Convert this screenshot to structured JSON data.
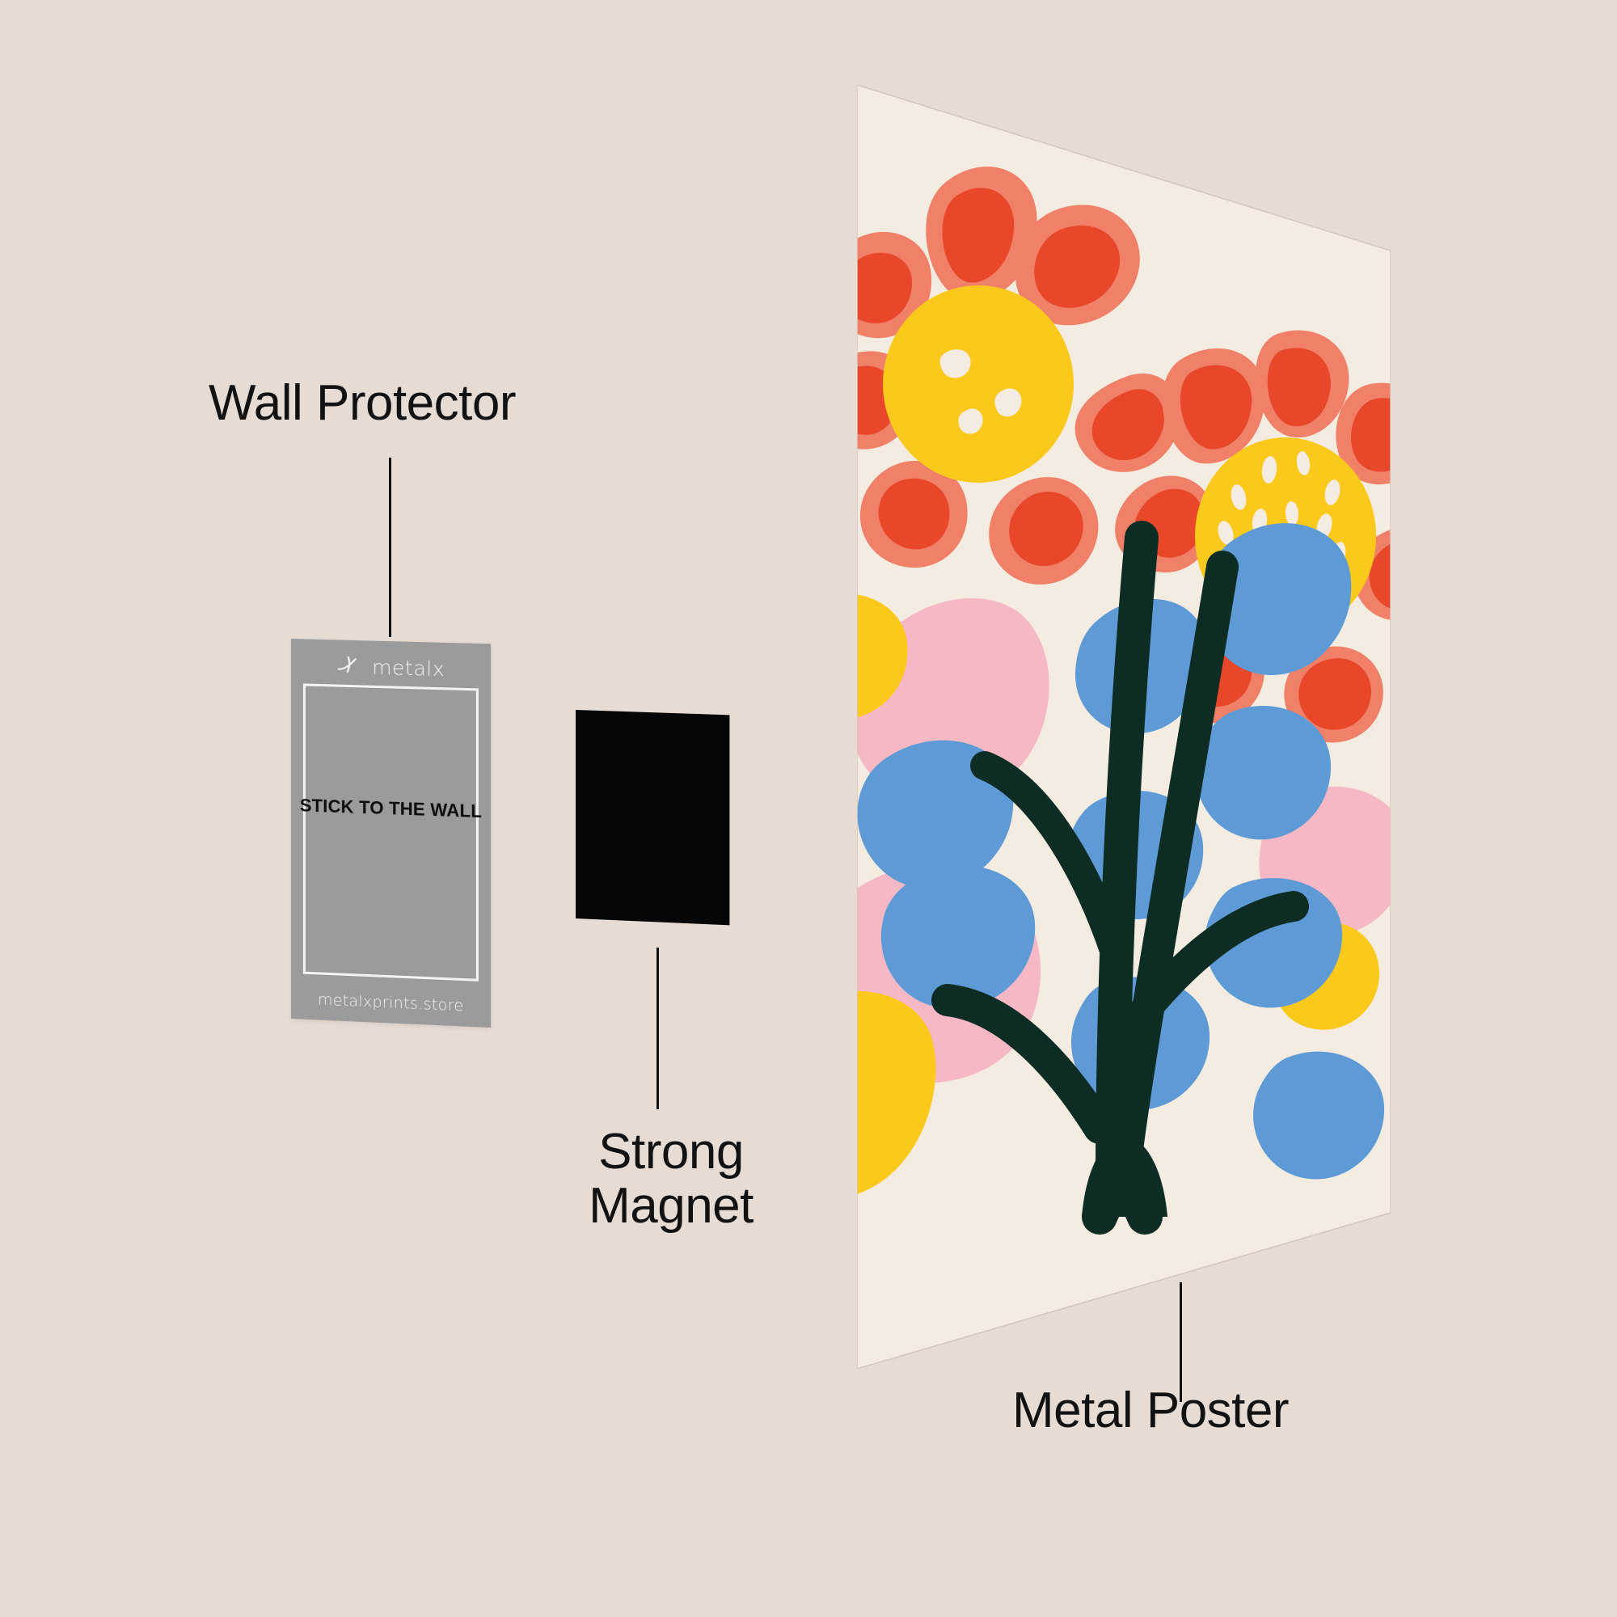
{
  "scene": {
    "background_color": "#e7dcd4",
    "title": "Metal poster mounting system product diagram"
  },
  "callouts": [
    {
      "id": "wall-protector",
      "label": "Wall Protector"
    },
    {
      "id": "strong-magnet",
      "label": "Strong\nMagnet"
    },
    {
      "id": "metal-poster",
      "label": "Metal Poster"
    }
  ],
  "labels": {
    "wall_protector": "Wall Protector",
    "strong_magnet": "Strong\nMagnet",
    "metal_poster": "Metal Poster"
  },
  "wall_protector_card": {
    "brand": "metalx",
    "brand_mark": "metalx-cross-icon",
    "headline": "STICK TO THE WALL",
    "url": "metalxprints.store",
    "card_color": "#9b9b9b",
    "frame_color": "#f4f4f4",
    "headline_color": "#0d0d0d",
    "url_color": "#f0f0f0"
  },
  "magnet": {
    "name": "strong-magnet",
    "color": "#060606"
  },
  "poster": {
    "name": "metal-poster",
    "artwork_background": "#f4ece0",
    "edge_color": "#d9cdc4",
    "palette": {
      "cream": "#f4ece0",
      "coral": "#f08068",
      "red_orange": "#e8472a",
      "yellow": "#fbc81c",
      "pink": "#f5b8c4",
      "blue": "#5e9bd6",
      "dark_green": "#0d2c24"
    },
    "motifs": [
      "daisy-flower-large",
      "daisy-flower-small",
      "pink-blob",
      "blue-leaf",
      "yellow-blob",
      "green-stems"
    ]
  }
}
